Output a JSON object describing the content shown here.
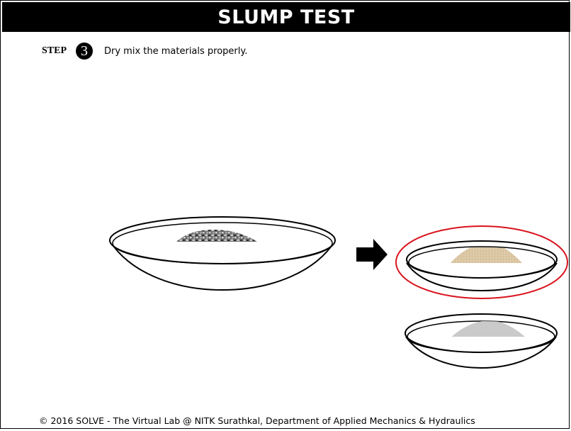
{
  "header": {
    "title": "SLUMP TEST"
  },
  "step": {
    "label": "STEP",
    "number": "3",
    "instruction": "Dry mix the materials properly."
  },
  "scene": {
    "large_pan": {
      "contents": "coarse-aggregate"
    },
    "arrow": {
      "icon": "right-arrow-icon"
    },
    "small_pans": [
      {
        "contents": "sand",
        "color": "#dcc7a4",
        "highlighted": true
      },
      {
        "contents": "cement",
        "color": "#cacaca",
        "highlighted": false
      }
    ],
    "highlight_color": "#d9141e"
  },
  "footer": {
    "copyright": "© 2016 SOLVE - The Virtual Lab @ NITK Surathkal, Department of Applied Mechanics & Hydraulics"
  }
}
